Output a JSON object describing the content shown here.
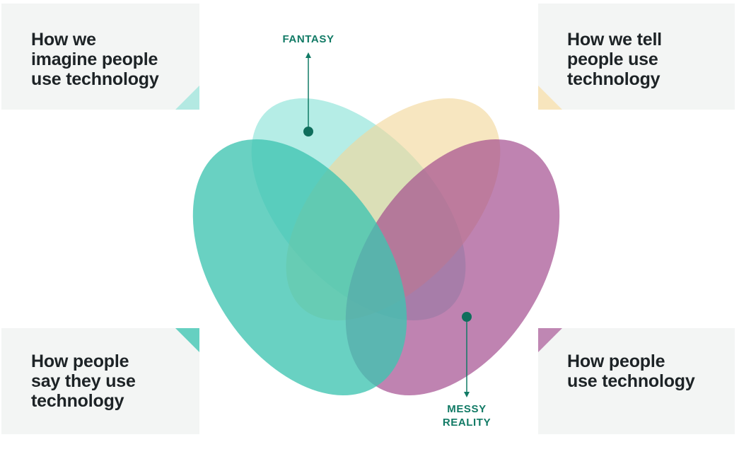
{
  "cards": {
    "top_left": "How we\nimagine people\nuse technology",
    "top_right": "How we tell\npeople use\ntechnology",
    "bottom_left": "How people\nsay they use\ntechnology",
    "bottom_right": "How people\nuse technology"
  },
  "callouts": {
    "fantasy": "FANTASY",
    "messy_reality": "MESSY\nREALITY"
  },
  "colors": {
    "card_background": "#f3f5f4",
    "card_text": "#1d2326",
    "callout": "#117a65",
    "mint": "#b3e9e2",
    "sand": "#f7e5bd",
    "teal": "#66d0c1",
    "purple": "#bf87b3"
  }
}
